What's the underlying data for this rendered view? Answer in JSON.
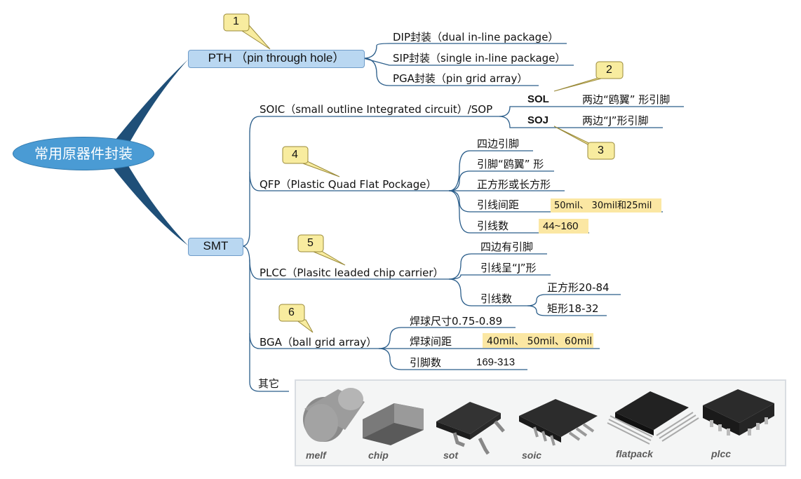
{
  "root": {
    "label": "常用原器件封装"
  },
  "pth": {
    "label": "PTH （pin through hole）",
    "children": [
      "DIP封装（dual in-line package）",
      "SIP封装（single in-line package）",
      "PGA封装（pin grid array）"
    ]
  },
  "smt": {
    "label": "SMT",
    "soic": {
      "label": "SOIC（small outline Integrated circuit）/SOP",
      "sol": {
        "label": "SOL",
        "desc": "两边“鸥翼” 形引脚"
      },
      "soj": {
        "label": "SOJ",
        "desc": "两边“J”形引脚"
      }
    },
    "qfp": {
      "label": "QFP（Plastic Quad Flat Pockage）",
      "children": [
        "四边引脚",
        "引脚“鸥翼” 形",
        "正方形或长方形",
        "引线间距",
        "引线数"
      ],
      "pitch_value": "50mil、 30mil和25mil",
      "count_value": "44~160"
    },
    "plcc": {
      "label": "PLCC（Plasitc leaded chip carrier）",
      "children": [
        "四边有引脚",
        "引线呈“J”形",
        "引线数"
      ],
      "count_square": "正方形20-84",
      "count_rect": "矩形18-32"
    },
    "bga": {
      "label": "BGA（ball grid array）",
      "children": [
        "焊球尺寸0.75-0.89",
        "焊球间距",
        "引脚数"
      ],
      "pitch_value": "40mil、 50mil、60mil",
      "pin_value": "169-313"
    },
    "other": {
      "label": "其它"
    }
  },
  "callouts": [
    "1",
    "2",
    "3",
    "4",
    "5",
    "6"
  ],
  "photo": {
    "captions": [
      "melf",
      "chip",
      "sot",
      "soic",
      "flatpack",
      "plcc"
    ]
  },
  "colors": {
    "branch": "#2a5d8a",
    "root_fill": "#4a9bd4",
    "box_fill": "#b9d7f1",
    "callout_fill": "#f8ec9f",
    "highlight": "#fbe7a3"
  }
}
